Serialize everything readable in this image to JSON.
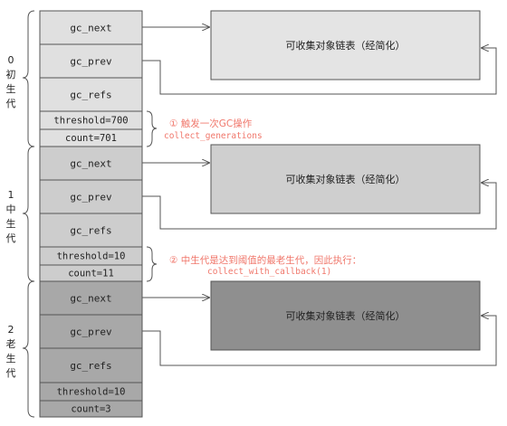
{
  "generations": [
    {
      "label_chars": [
        "0",
        "初",
        "生",
        "代"
      ],
      "fields": [
        "gc_next",
        "gc_prev",
        "gc_refs"
      ],
      "threshold": "threshold=700",
      "count": "count=701",
      "list_label": "可收集对象链表（经简化）",
      "colors": {
        "cell": "#e0e0e0",
        "list": "#e4e4e4"
      }
    },
    {
      "label_chars": [
        "1",
        "中",
        "生",
        "代"
      ],
      "fields": [
        "gc_next",
        "gc_prev",
        "gc_refs"
      ],
      "threshold": "threshold=10",
      "count": "count=11",
      "list_label": "可收集对象链表（经简化）",
      "colors": {
        "cell": "#cdcdcd",
        "list": "#cfcfcf"
      }
    },
    {
      "label_chars": [
        "2",
        "老",
        "生",
        "代"
      ],
      "fields": [
        "gc_next",
        "gc_prev",
        "gc_refs"
      ],
      "threshold": "threshold=10",
      "count": "count=3",
      "list_label": "可收集对象链表（经简化）",
      "colors": {
        "cell": "#a8a8a8",
        "list": "#8f8f8f"
      }
    }
  ],
  "annotations": [
    {
      "line1": "① 触发一次GC操作",
      "line2": "collect_generations"
    },
    {
      "line1": "② 中生代是达到阈值的最老生代，因此执行：",
      "line2": "collect_with_callback(1)"
    }
  ],
  "colors": {
    "annotation": "#f0776b",
    "stroke": "#555555",
    "text": "#222222"
  }
}
